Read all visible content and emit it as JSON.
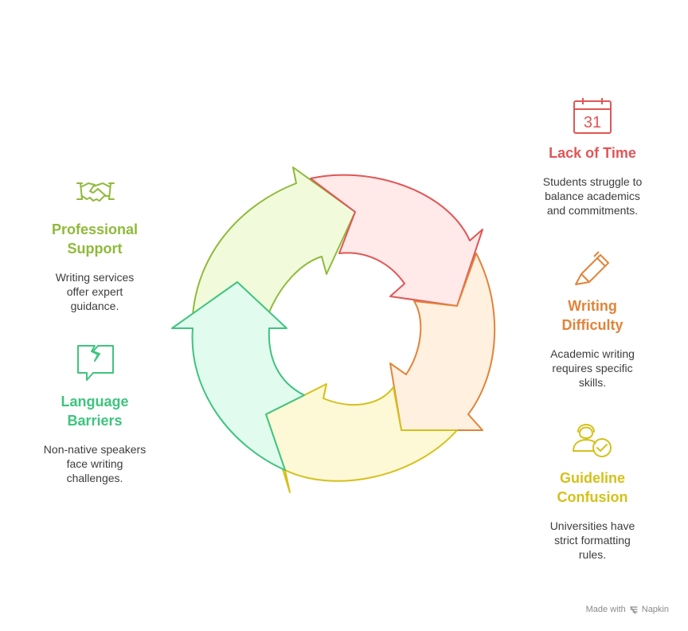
{
  "colors": {
    "red": "#e05656",
    "orange": "#e0843a",
    "yellow": "#d4c11a",
    "green_lime": "#8fba3a",
    "green_teal": "#3ec47e",
    "text": "#3d3d3d"
  },
  "items": [
    {
      "key": "lack_of_time",
      "title": "Lack of Time",
      "desc": "Students struggle to\nbalance academics\nand commitments.",
      "icon": "calendar-icon",
      "icon_text": "31"
    },
    {
      "key": "writing_difficulty",
      "title": "Writing\nDifficulty",
      "desc": "Academic writing\nrequires specific\nskills.",
      "icon": "pencil-icon"
    },
    {
      "key": "guideline_confusion",
      "title": "Guideline\nConfusion",
      "desc": "Universities have\nstrict formatting\nrules.",
      "icon": "person-check-icon"
    },
    {
      "key": "language_barriers",
      "title": "Language\nBarriers",
      "desc": "Non-native speakers\nface writing\nchallenges.",
      "icon": "broken-speech-bubble-icon"
    },
    {
      "key": "professional_support",
      "title": "Professional\nSupport",
      "desc": "Writing services\noffer expert\nguidance.",
      "icon": "handshake-icon"
    }
  ],
  "footer": {
    "made_with": "Made with",
    "brand": "Napkin"
  }
}
